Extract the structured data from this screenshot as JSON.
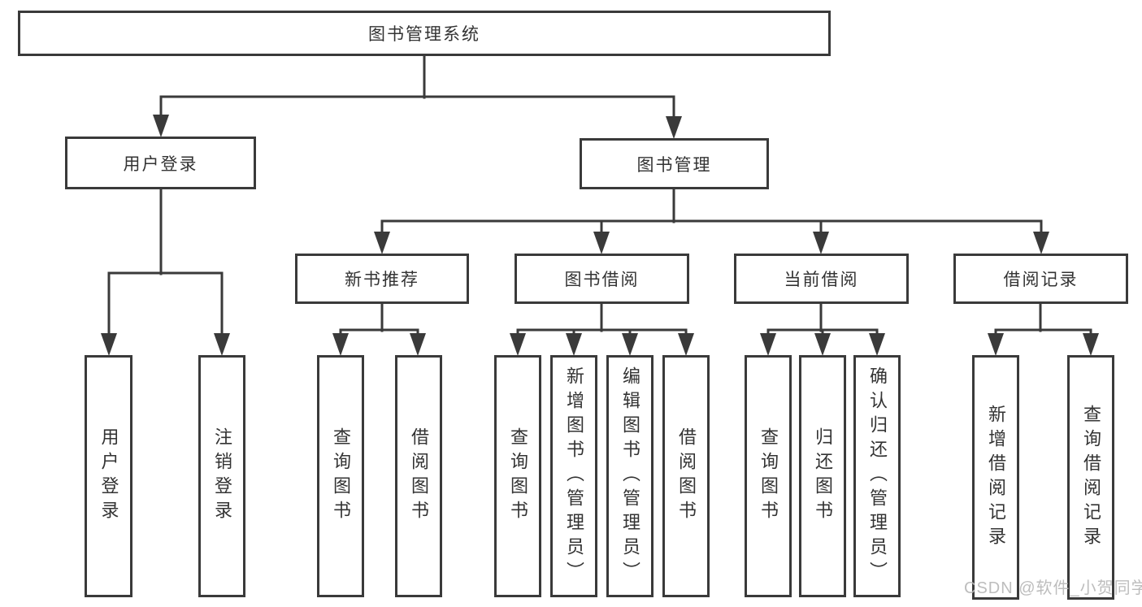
{
  "tree": {
    "root": {
      "label": "图书管理系统"
    },
    "level2": [
      {
        "label": "用户登录",
        "leaves": [
          {
            "label": "用户登录"
          },
          {
            "label": "注销登录"
          }
        ]
      },
      {
        "label": "图书管理",
        "groups": [
          {
            "label": "新书推荐",
            "leaves": [
              {
                "label": "查询图书"
              },
              {
                "label": "借阅图书"
              }
            ]
          },
          {
            "label": "图书借阅",
            "leaves": [
              {
                "label": "查询图书"
              },
              {
                "label": "新增图书（管理员）"
              },
              {
                "label": "编辑图书（管理员）"
              },
              {
                "label": "借阅图书"
              }
            ]
          },
          {
            "label": "当前借阅",
            "leaves": [
              {
                "label": "查询图书"
              },
              {
                "label": "归还图书"
              },
              {
                "label": "确认归还（管理员）"
              }
            ]
          },
          {
            "label": "借阅记录",
            "leaves": [
              {
                "label": "新增借阅记录"
              },
              {
                "label": "查询借阅记录"
              }
            ]
          }
        ]
      }
    ]
  },
  "watermark": {
    "text": "CSDN @软件_小贺同学"
  },
  "colors": {
    "line": "#3a3a3a",
    "text": "#333333",
    "background": "#ffffff",
    "watermark": "#b9b9b9"
  }
}
